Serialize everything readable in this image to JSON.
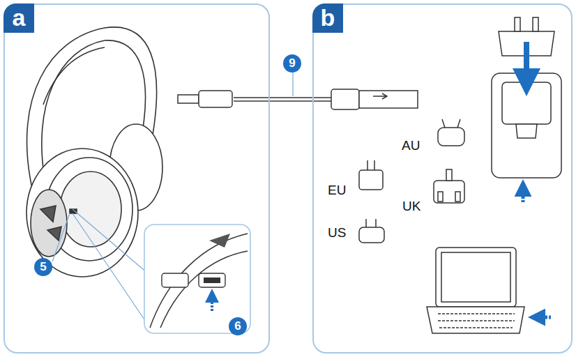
{
  "diagram": {
    "nodes": [
      {
        "text": [
          "a"
        ]
      },
      {
        "text": [
          "b"
        ]
      }
    ],
    "labels": [
      "9",
      "5",
      "6",
      "AU",
      "EU",
      "UK",
      "US"
    ]
  }
}
